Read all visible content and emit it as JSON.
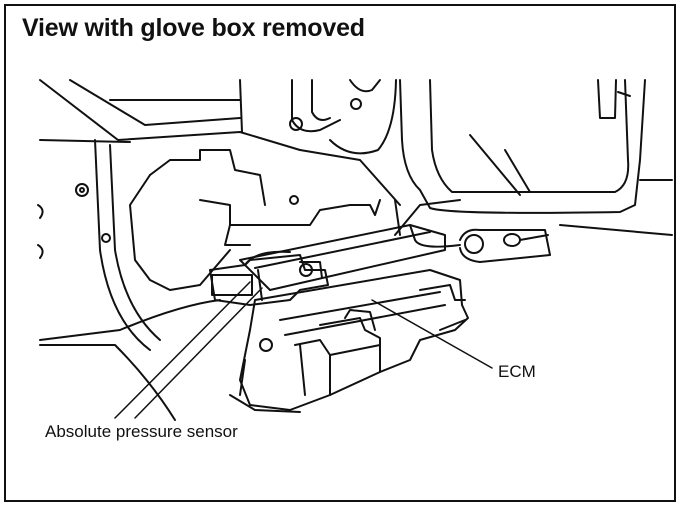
{
  "title": "View with glove box removed",
  "labels": {
    "ecm": "ECM",
    "sensor": "Absolute pressure sensor"
  }
}
